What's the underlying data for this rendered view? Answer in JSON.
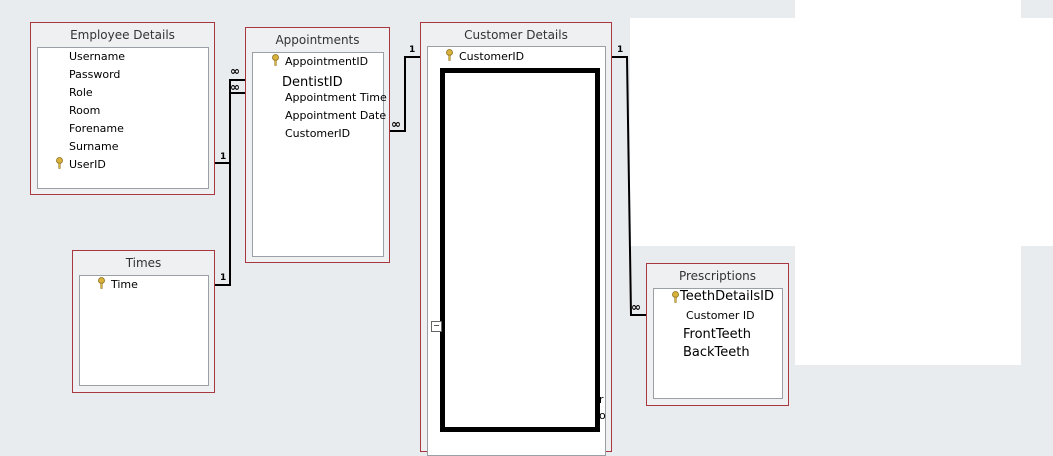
{
  "tables": {
    "employee": {
      "title": "Employee Details",
      "fields": [
        "Username",
        "Password",
        "Role",
        "Room",
        "Forename",
        "Surname",
        "UserID"
      ]
    },
    "appointments": {
      "title": "Appointments",
      "fields": [
        "AppointmentID",
        "DentistID",
        "Appointment Time",
        "Appointment Date",
        "CustomerID"
      ]
    },
    "times": {
      "title": "Times",
      "fields": [
        "Time"
      ]
    },
    "customer": {
      "title": "Customer Details",
      "fields": [
        "CustomerID"
      ],
      "clipped_text": [
        "r",
        "o"
      ],
      "collapse_glyph": "−"
    },
    "prescriptions": {
      "title": "Prescriptions",
      "fields": [
        "TeethDetailsID",
        "Customer ID",
        "FrontTeeth",
        "BackTeeth"
      ]
    }
  },
  "relationships": [
    {
      "from": "Employee Details.UserID",
      "to": "Appointments",
      "from_card": "1",
      "to_card": "∞"
    },
    {
      "from": "Times.Time",
      "to": "Appointments",
      "from_card": "1",
      "to_card": "∞"
    },
    {
      "from": "Customer Details.CustomerID",
      "to": "Appointments.CustomerID",
      "from_card": "1",
      "to_card": "∞"
    },
    {
      "from": "Customer Details.CustomerID",
      "to": "Prescriptions",
      "from_card": "1",
      "to_card": "∞"
    }
  ],
  "colors": {
    "table_border": "#a8383f",
    "canvas": "#e9ecef",
    "key_icon": "#d8b23a"
  }
}
